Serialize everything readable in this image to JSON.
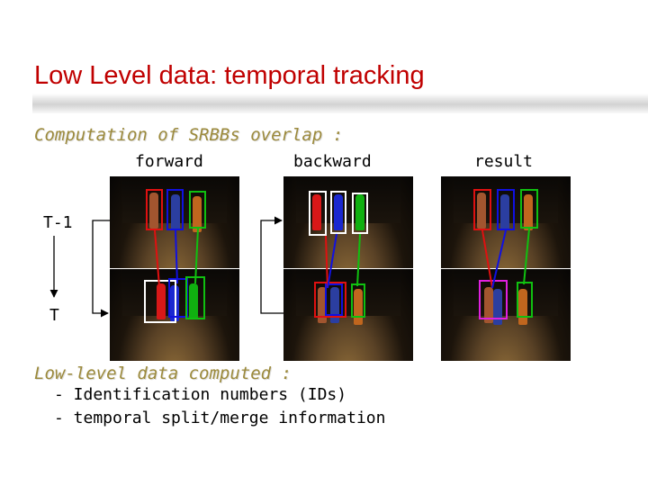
{
  "slide": {
    "title": "Low Level data: temporal tracking",
    "subtitle": "Computation of SRBBs overlap :",
    "columns": {
      "forward": "forward",
      "backward": "backward",
      "result": "result"
    },
    "time_labels": {
      "previous": "T-1",
      "current": "T"
    },
    "notes": {
      "heading": "Low-level data computed :",
      "items": [
        "- Identification numbers (IDs)",
        "- temporal split/merge information"
      ]
    },
    "colors": {
      "title": "#c00000",
      "subtitle": "#9c8a3c",
      "box_red": "#e01010",
      "box_blue": "#1010e0",
      "box_green": "#10c010",
      "box_magenta": "#e020e0",
      "box_white": "#ffffff"
    }
  }
}
